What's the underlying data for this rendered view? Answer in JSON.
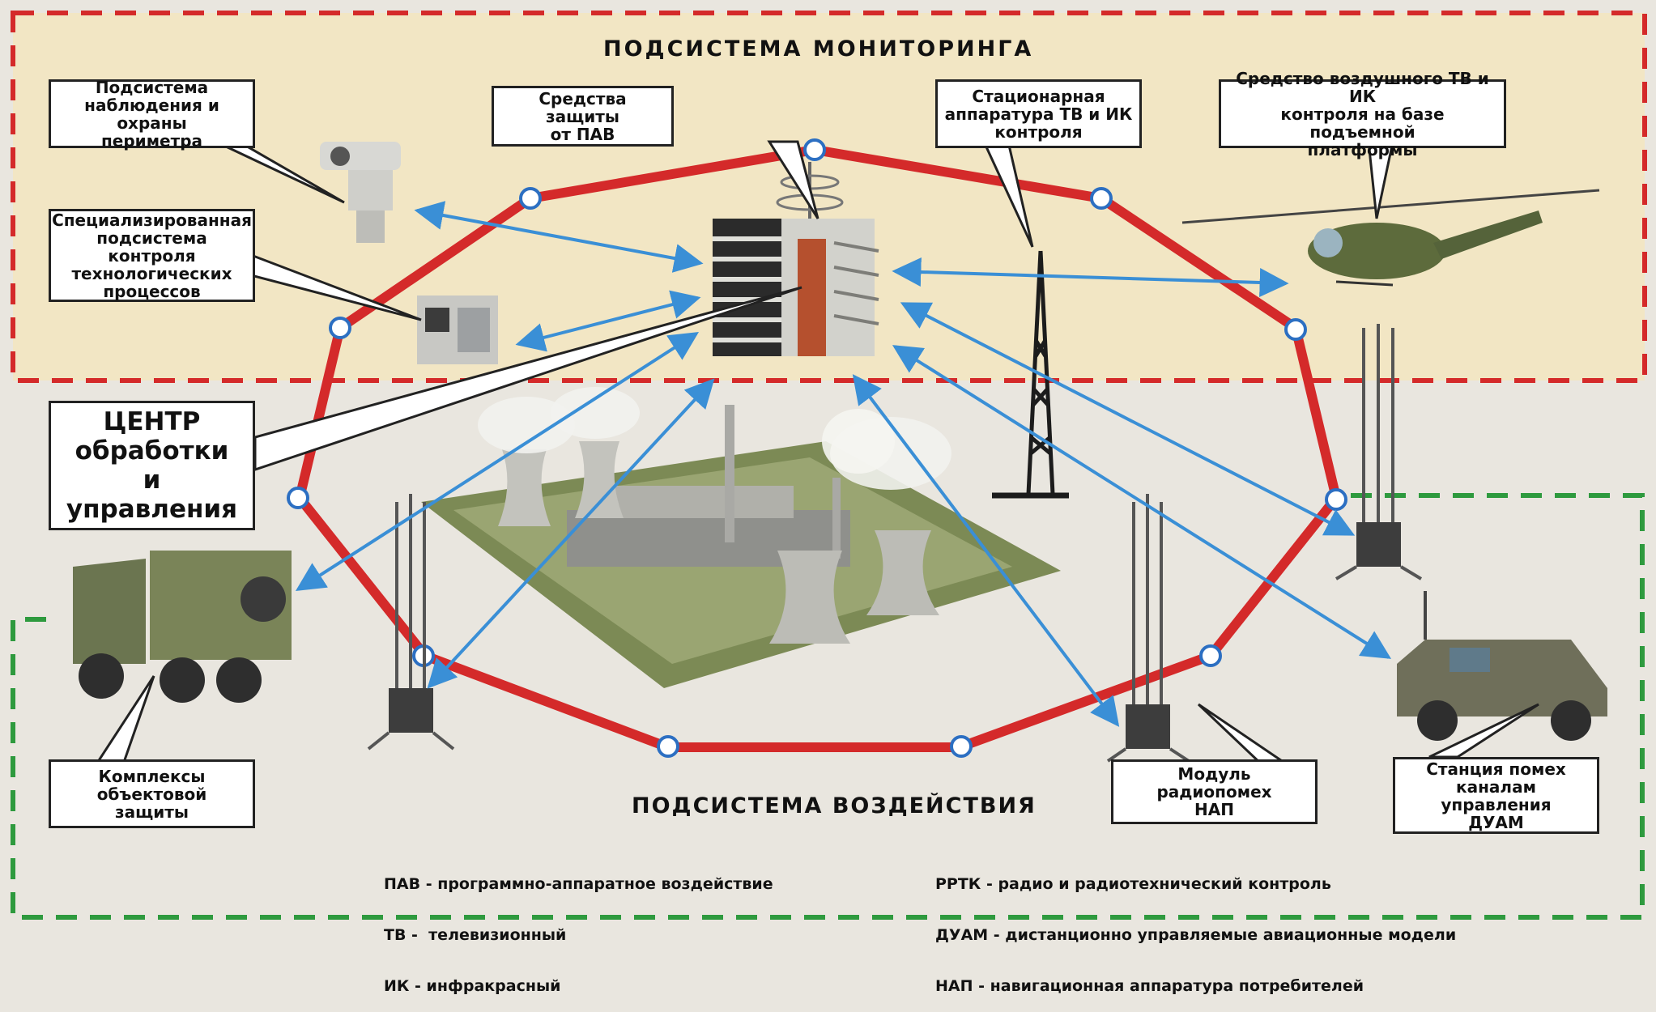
{
  "monitoring_title": "ПОДСИСТЕМА  МОНИТОРИНГА",
  "impact_title": "ПОДСИСТЕМА  ВОЗДЕЙСТВИЯ",
  "labels": {
    "perimeter": "Подсистема\nнаблюдения и охраны\nпериметра",
    "pav_protection": "Средства защиты\nот ПАВ",
    "stationary_tv_ir": "Стационарная\nаппаратура ТВ и ИК\nконтроля",
    "aerial_tv_ir": "Средство воздушного ТВ и ИК\nконтроля на базе подъемной\nплатформы",
    "tech_process": "Специализированная\nподсистема контроля\nтехнологических\nпроцессов",
    "center": "ЦЕНТР\nобработки\nи управления",
    "object_protection": "Комплексы\nобъектовой защиты",
    "nap_jammer": "Модуль радиопомех\nНАП",
    "duam_jammer": "Станция помех\nканалам управления\nДУАМ"
  },
  "legend_left": [
    "ПАВ - программно-аппаратное воздействие",
    "ТВ -  телевизионный",
    "ИК - инфракрасный"
  ],
  "legend_right": [
    "РРТК - радио и радиотехнический контроль",
    "ДУАМ - дистанционно управляемые авиационные модели",
    "НАП - навигационная аппаратура потребителей"
  ],
  "colors": {
    "monitoring_zone_fill": "#f2e6c4",
    "monitoring_border": "#d42a2a",
    "impact_border": "#2e9a3e",
    "ring": "#d42a2a",
    "arrows": "#3a8fd6",
    "node_fill": "#ffffff"
  }
}
